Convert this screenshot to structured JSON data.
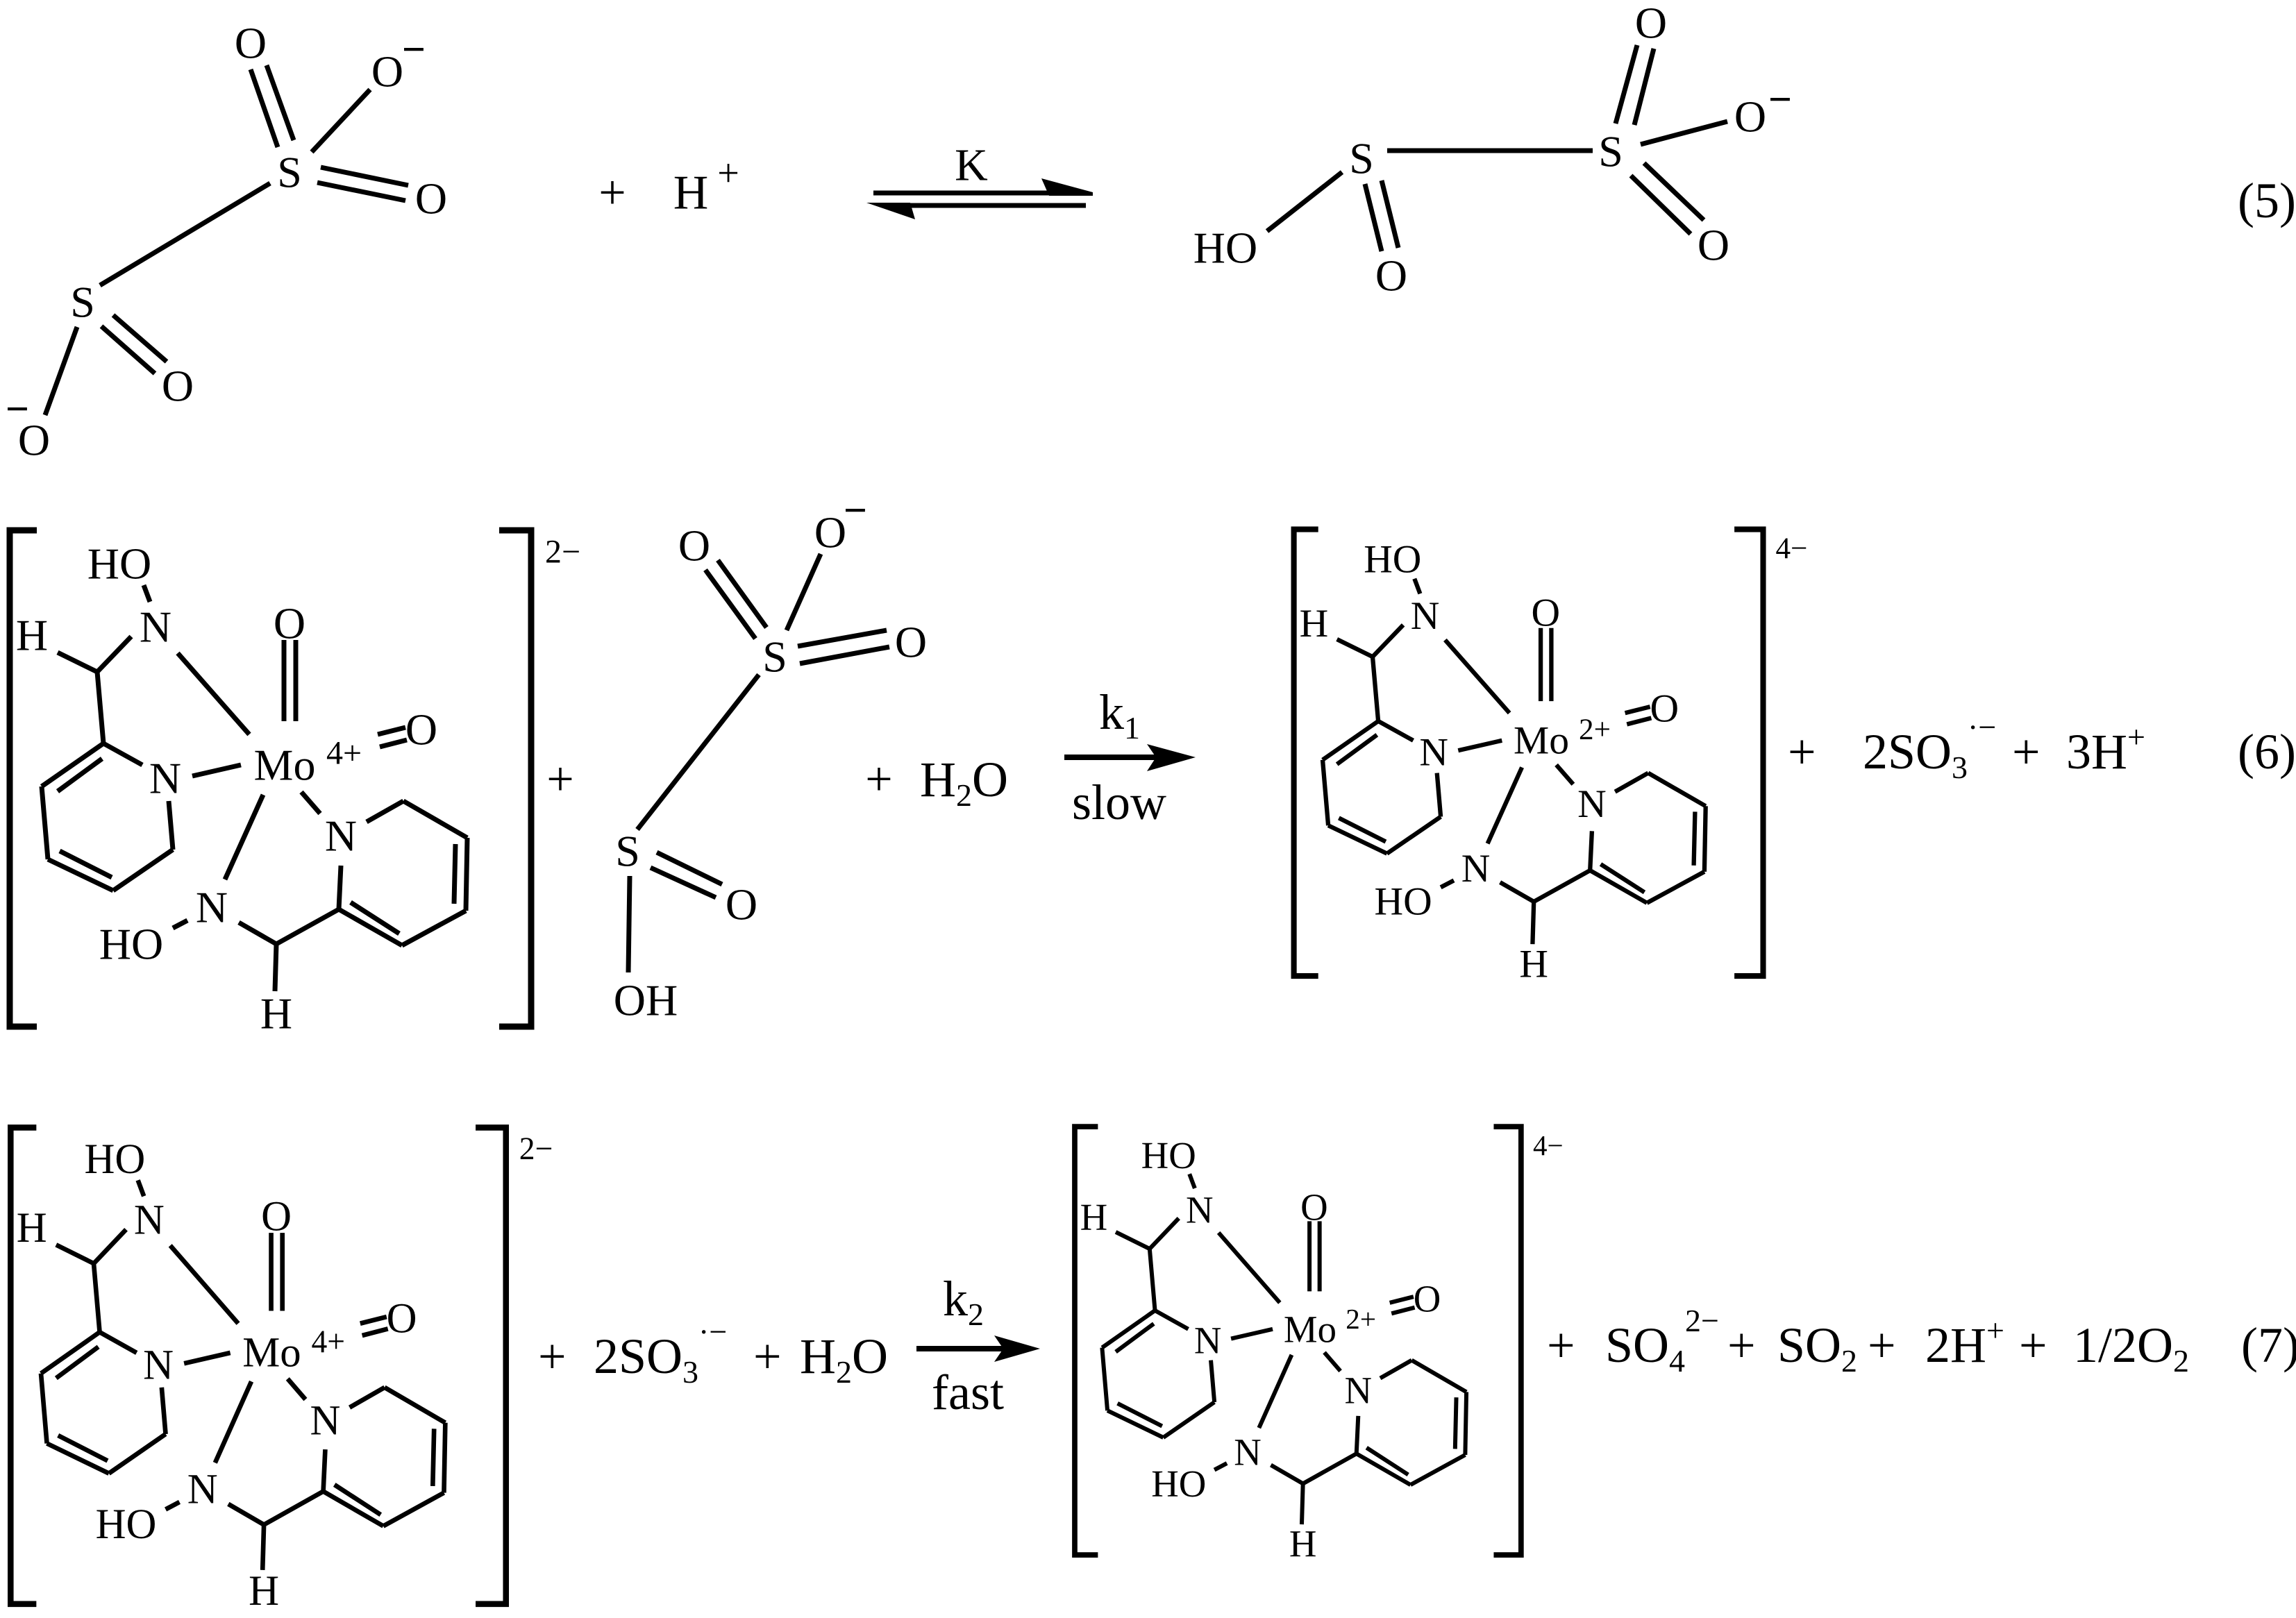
{
  "eq5": {
    "number": "(5)",
    "reactant": {
      "o_top": "O",
      "o_minus": "O",
      "minus1": "−",
      "s_upper": "S",
      "o_right": "O",
      "s_lower": "S",
      "o_lower": "O",
      "o_minus2": "O",
      "minus2": "−"
    },
    "plus": "+",
    "proton": "H",
    "proton_charge": "+",
    "arrow_label": "K",
    "product": {
      "ho": "HO",
      "s_left": "S",
      "o_bottom": "O",
      "s_right": "S",
      "o_top": "O",
      "o_minus": "O",
      "minus": "−",
      "o_right": "O"
    }
  },
  "eq6": {
    "number": "(6)",
    "plus1": "+",
    "acid": {
      "o_top": "O",
      "o_minus": "O",
      "minus": "−",
      "s_upper": "S",
      "o_right": "O",
      "s_lower": "S",
      "o_lower": "O",
      "oh": "OH"
    },
    "plus2": "+",
    "water": {
      "h": "H",
      "sub": "2",
      "o": "O"
    },
    "arrow_label_top": "k",
    "arrow_label_top_sub": "1",
    "arrow_label_bottom": "slow",
    "plus3": "+",
    "radical": {
      "coef": "2SO",
      "sub": "3",
      "sup": "·−"
    },
    "plus4": "+",
    "proton": {
      "text": "3H",
      "sup": "+"
    }
  },
  "eq7": {
    "number": "(7)",
    "plus1": "+",
    "radical": {
      "coef": "2SO",
      "sub": "3",
      "sup": "·−"
    },
    "plus2": "+",
    "water": {
      "h": "H",
      "sub": "2",
      "o": "O"
    },
    "arrow_label_top": "k",
    "arrow_label_top_sub": "2",
    "arrow_label_bottom": "fast",
    "plus3": "+",
    "sulfate": {
      "text": "SO",
      "sub": "4",
      "sup": "2−"
    },
    "plus4": "+",
    "so2": {
      "text": "SO",
      "sub": "2"
    },
    "plus5": "+",
    "proton": {
      "text": "2H",
      "sup": "+"
    },
    "plus6": "+",
    "oxygen": {
      "text": "1/2O",
      "sub": "2"
    }
  },
  "complexes": [
    {
      "atoms": {
        "ho_top": "HO",
        "n_top": "N",
        "h_top": "H",
        "o_apical": "O",
        "mo": "Mo",
        "o_equatorial": "O",
        "n_py1": "N",
        "n_py2": "N",
        "n_bottom": "N",
        "ho_bottom": "HO",
        "h_bottom": "H"
      },
      "mo_charge": "4+",
      "bracket_charge": "2−"
    },
    {
      "atoms": {
        "ho_top": "HO",
        "n_top": "N",
        "h_top": "H",
        "o_apical": "O",
        "mo": "Mo",
        "o_equatorial": "O",
        "n_py1": "N",
        "n_py2": "N",
        "n_bottom": "N",
        "ho_bottom": "HO",
        "h_bottom": "H"
      },
      "mo_charge": "2+",
      "bracket_charge": "4−"
    },
    {
      "atoms": {
        "ho_top": "HO",
        "n_top": "N",
        "h_top": "H",
        "o_apical": "O",
        "mo": "Mo",
        "o_equatorial": "O",
        "n_py1": "N",
        "n_py2": "N",
        "n_bottom": "N",
        "ho_bottom": "HO",
        "h_bottom": "H"
      },
      "mo_charge": "4+",
      "bracket_charge": "2−"
    },
    {
      "atoms": {
        "ho_top": "HO",
        "n_top": "N",
        "h_top": "H",
        "o_apical": "O",
        "mo": "Mo",
        "o_equatorial": "O",
        "n_py1": "N",
        "n_py2": "N",
        "n_bottom": "N",
        "ho_bottom": "HO",
        "h_bottom": "H"
      },
      "mo_charge": "2+",
      "bracket_charge": "4−"
    }
  ]
}
